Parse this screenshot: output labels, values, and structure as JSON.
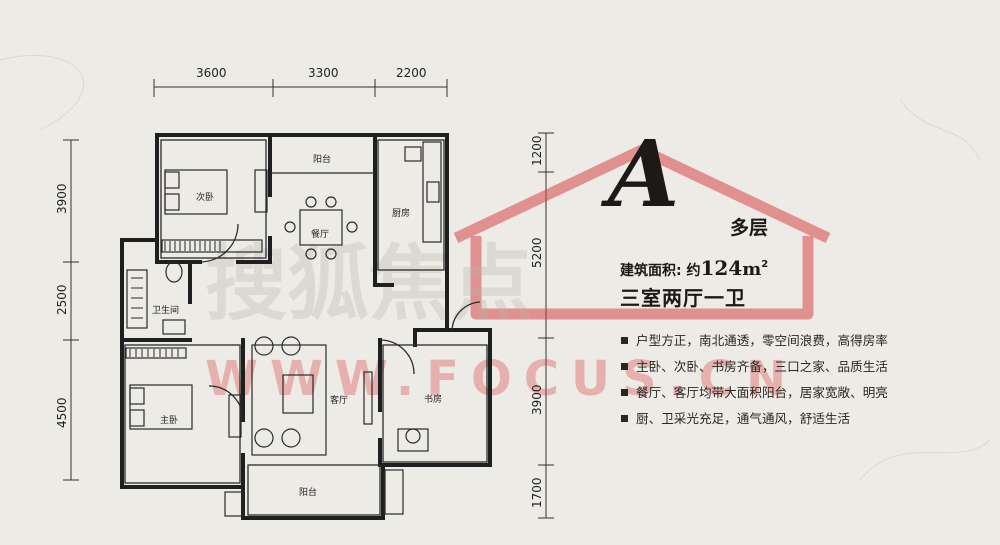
{
  "dimensions": {
    "top": [
      "3600",
      "3300",
      "2200"
    ],
    "left": [
      "3900",
      "2500",
      "4500"
    ],
    "right": [
      "1200",
      "5200",
      "3900",
      "1700"
    ]
  },
  "rooms": {
    "balcony_top": "阳台",
    "second_bedroom": "次卧",
    "dining": "餐厅",
    "kitchen": "厨房",
    "bathroom": "卫生间",
    "master_bedroom": "主卧",
    "living": "客厅",
    "study": "书房",
    "balcony_bottom": "阳台"
  },
  "info": {
    "type_letter": "A",
    "floors": "多层",
    "area_label": "建筑面积: 约",
    "area_value": "124",
    "area_unit": "m",
    "area_unit_sup": "2",
    "layout": "三室两厅一卫",
    "features": [
      "户型方正，南北通透，零空间浪费，高得房率",
      "主卧、次卧、书房齐备，三口之家、品质生活",
      "餐厅、客厅均带大面积阳台，居家宽敞、明亮",
      "厨、卫采光充足，通气通风，舒适生活"
    ]
  },
  "watermark": {
    "brand": "搜狐焦点",
    "url": "WWW.FOCUS.CN"
  },
  "colors": {
    "background": "#ecebe5",
    "wall": "#1f1f1f",
    "text": "#1c1916",
    "watermark": "#d9464b"
  }
}
